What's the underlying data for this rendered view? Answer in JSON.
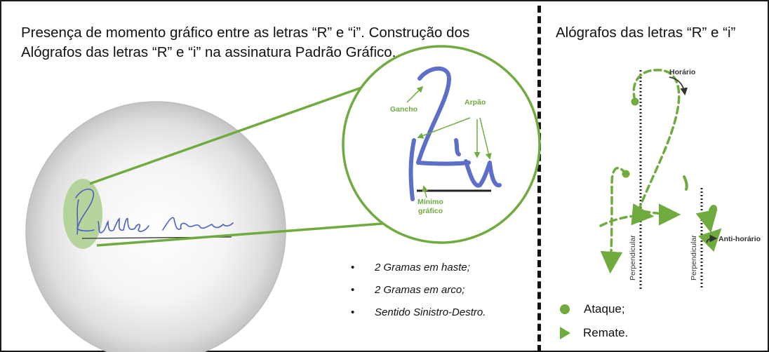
{
  "left_panel": {
    "title": "Presença de momento gráfico entre as letras “R” e “i”. Construção dos Alógrafos das letras “R” e “i” na assinatura Padrão Gráfico.",
    "zoom_labels": {
      "gancho": "Gancho",
      "arpao": "Arpão",
      "minimo_line1": "Mínimo",
      "minimo_line2": "gráfico"
    },
    "bullets": [
      "2 Gramas em haste;",
      "2 Gramas em arco;",
      "Sentido Sinistro-Destro."
    ]
  },
  "right_panel": {
    "title": "Alógrafos das letras “R” e “i”",
    "direction_labels": {
      "clockwise": "Horário",
      "counterclockwise": "Anti-horário"
    },
    "axis_labels": {
      "perp_1": "Perpendicular",
      "perp_2": "Perpendicular"
    },
    "legend": [
      {
        "symbol": "dot",
        "label": "Ataque;"
      },
      {
        "symbol": "triangle",
        "label": "Remate."
      }
    ]
  },
  "colors": {
    "accent_green": "#6fab3f",
    "ink_blue": "#4b5fc4",
    "divider": "#111111",
    "circle_gray": "#c9c9c9"
  }
}
